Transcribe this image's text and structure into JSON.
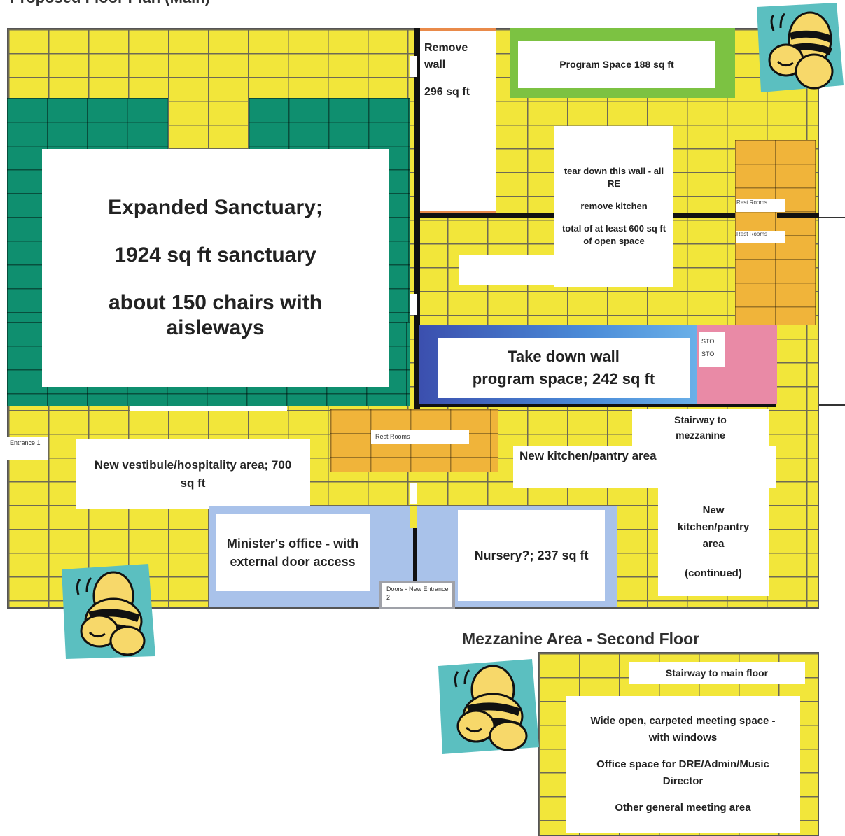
{
  "top_title": "Proposed Floor Plan (Main)",
  "mezzanine_title": "Mezzanine Area - Second Floor",
  "labels": {
    "remove_wall": "Remove wall",
    "remove_wall_size": "296 sq ft",
    "program_space_188": "Program Space 188 sq ft",
    "tear_down_1": "tear down this wall - all RE",
    "tear_down_2": "remove kitchen",
    "tear_down_3": "total of at least 600 sq ft of open space",
    "rest_rooms_1": "Rest Rooms",
    "rest_rooms_2": "Rest Rooms",
    "rest_rooms_3": "Rest Rooms",
    "sanctuary_1": "Expanded Sanctuary;",
    "sanctuary_2": "1924 sq ft sanctuary",
    "sanctuary_3": "about 150 chairs with aisleways",
    "take_down_wall_1": "Take down wall",
    "take_down_wall_2": "program space; 242 sq ft",
    "sto_1": "STO",
    "sto_2": "STO",
    "stairway_mezz": "Stairway to mezzanine",
    "new_kitchen": "New kitchen/pantry area",
    "new_kitchen_cont_1": "New kitchen/pantry area",
    "new_kitchen_cont_2": "(continued)",
    "entrance_1": "Entrance 1",
    "vestibule": "New vestibule/hospitality area; 700 sq ft",
    "minister": "Minister's office - with external door access",
    "nursery": "Nursery?; 237 sq ft",
    "doors_new": "Doors - New Entrance 2",
    "stairway_main": "Stairway to main floor",
    "mz_1": "Wide open, carpeted meeting space - with windows",
    "mz_2": "Office space for DRE/Admin/Music Director",
    "mz_3": "Other general meeting area"
  },
  "colors": {
    "floor": "#f2e63a",
    "sanctuary": "#0f8f6f",
    "restroom": "#f0b43a",
    "program_green": "#7cc242",
    "program_blue": "#4a64c8",
    "storage_pink": "#e98aa6",
    "office_blue": "#a9c2ea",
    "bee_bg": "#5bbfc0"
  },
  "icons": [
    "bee-icon",
    "bee-icon",
    "bee-icon"
  ]
}
